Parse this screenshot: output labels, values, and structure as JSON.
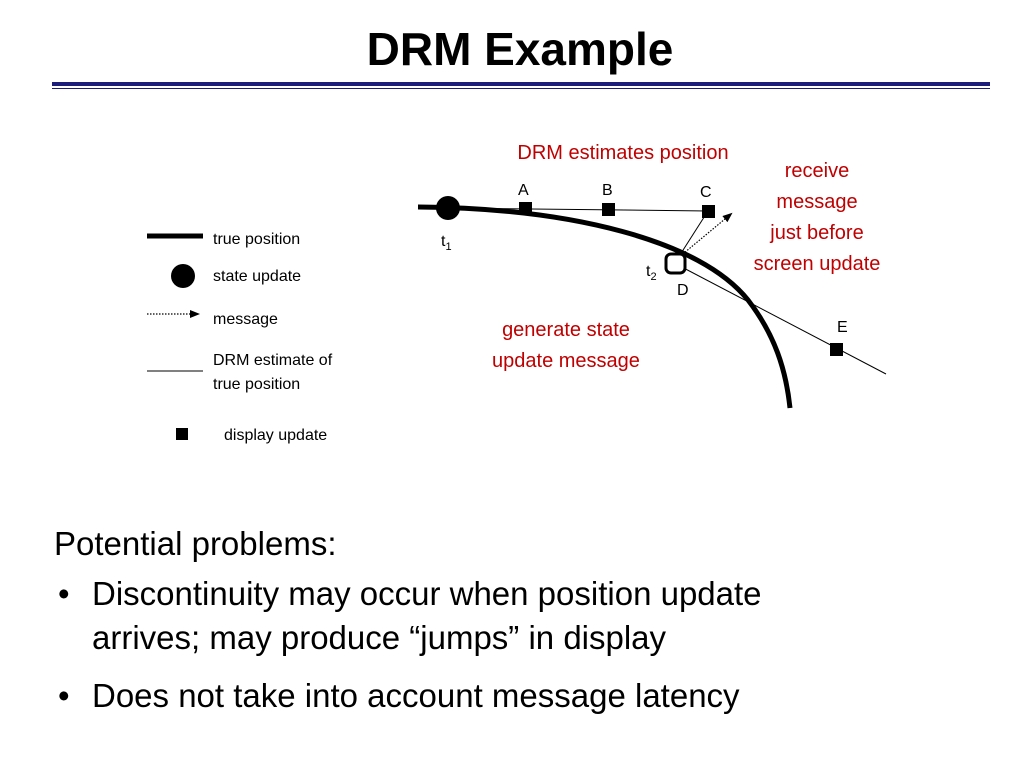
{
  "title": "DRM Example",
  "legend": {
    "true_position": "true position",
    "state_update": "state update",
    "message": "message",
    "drm_estimate_line1": "DRM estimate of",
    "drm_estimate_line2": "true position",
    "display_update": "display update"
  },
  "diagram": {
    "drm_estimates_label": "DRM estimates position",
    "receive_line1": "receive",
    "receive_line2": "message",
    "receive_line3": "just before",
    "receive_line4": "screen update",
    "generate_line1": "generate state",
    "generate_line2": "update message",
    "point_a": "A",
    "point_b": "B",
    "point_c": "C",
    "point_d": "D",
    "point_e": "E",
    "t1_base": "t",
    "t1_sub": "1",
    "t2_base": "t",
    "t2_sub": "2",
    "annotation_color": "#c00000"
  },
  "bullets": {
    "heading": "Potential problems:",
    "bullet_glyph": "•",
    "items": [
      {
        "line1": "Discontinuity may occur when position update",
        "line2": "arrives; may produce “jumps” in display"
      },
      {
        "line1": "Does not take into account message latency",
        "line2": ""
      }
    ]
  }
}
